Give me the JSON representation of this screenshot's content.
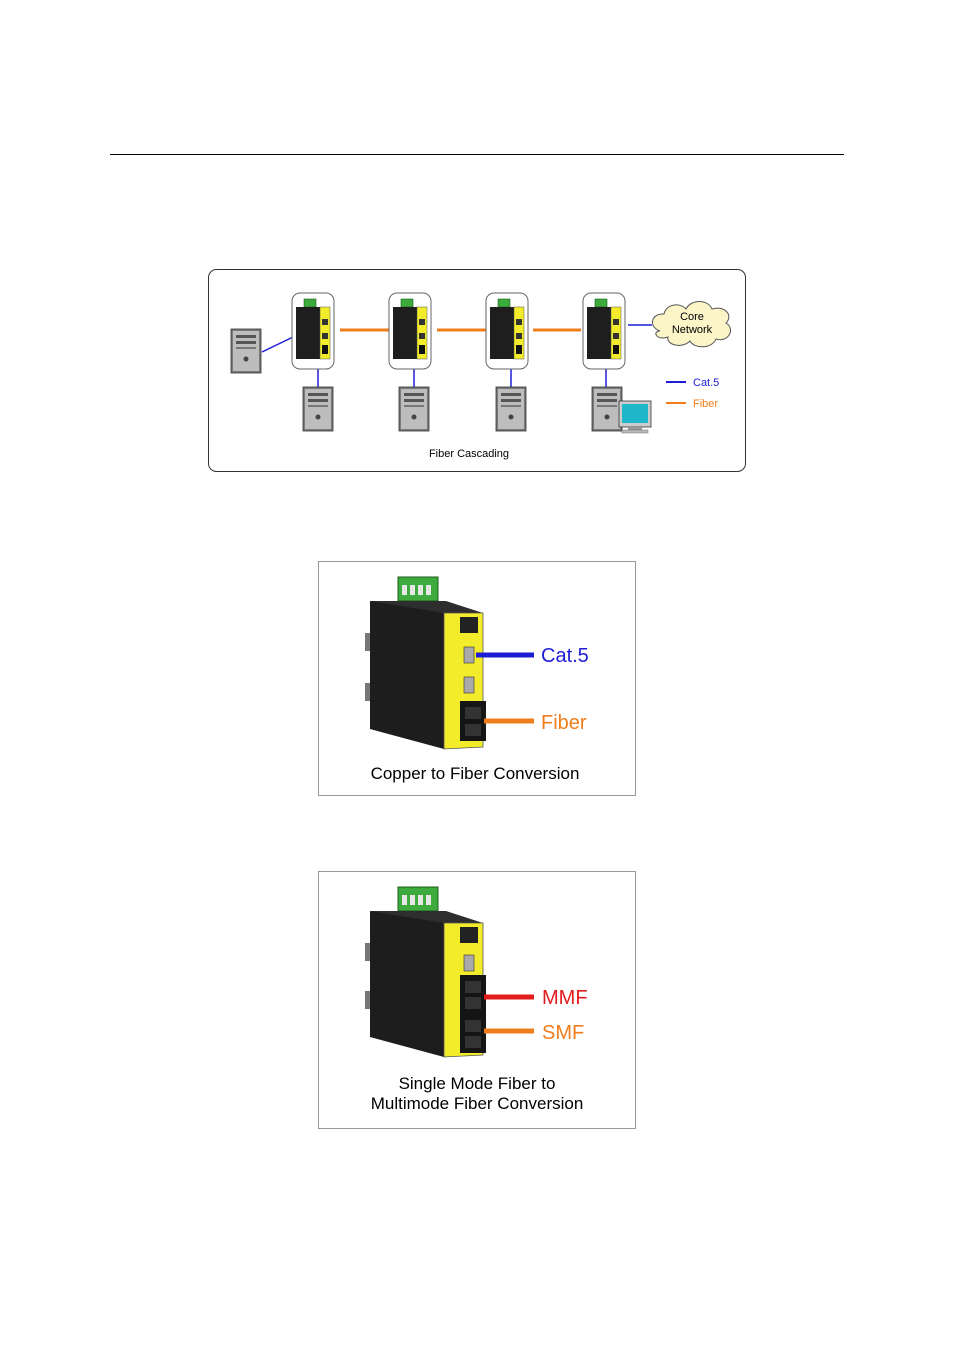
{
  "figures": {
    "cascade": {
      "caption": "Fiber Cascading",
      "cloud_line1": "Core",
      "cloud_line2": "Network",
      "legend": [
        {
          "label": "Cat.5",
          "color": "#1d1dd6"
        },
        {
          "label": "Fiber",
          "color": "#f07d1b"
        }
      ]
    },
    "copper": {
      "cat_label": "Cat.5",
      "fiber_label": "Fiber",
      "caption": "Copper to Fiber Conversion"
    },
    "mode": {
      "mmf_label": "MMF",
      "smf_label": "SMF",
      "caption_line1": "Single Mode Fiber to",
      "caption_line2": "Multimode Fiber Conversion"
    }
  },
  "colors": {
    "cat5": "#1d1dd6",
    "fiber": "#f07d1b",
    "mmf": "#e21c1c",
    "device_yellow": "#f3ec2a",
    "terminal_green": "#3caa3c"
  }
}
